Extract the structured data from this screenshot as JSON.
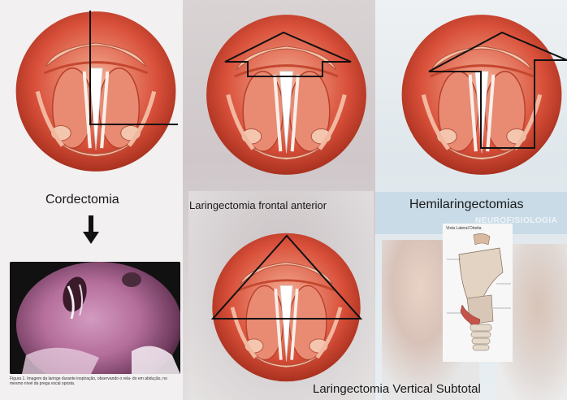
{
  "labels": {
    "cordectomia": "Cordectomia",
    "frontal_anterior": "Laringectomia frontal anterior",
    "hemilaringectomias": "Hemilaringectomias",
    "vertical_subtotal": "Laringectomia Vertical Subtotal"
  },
  "photo_caption": "Figura 1. Imagem da laringe durante inspiração, observando o rela- do em abdução, no mesmo nível da prega vocal oposta.",
  "watermark_text": "NEUROFISIOLOGIA",
  "anatomy_title": "Vista Lateral Direita",
  "colors": {
    "larynx_outer": "#d9503a",
    "larynx_inner": "#f3c3a8",
    "outline": "#111111"
  },
  "icons": [
    "arrow-down-icon"
  ]
}
